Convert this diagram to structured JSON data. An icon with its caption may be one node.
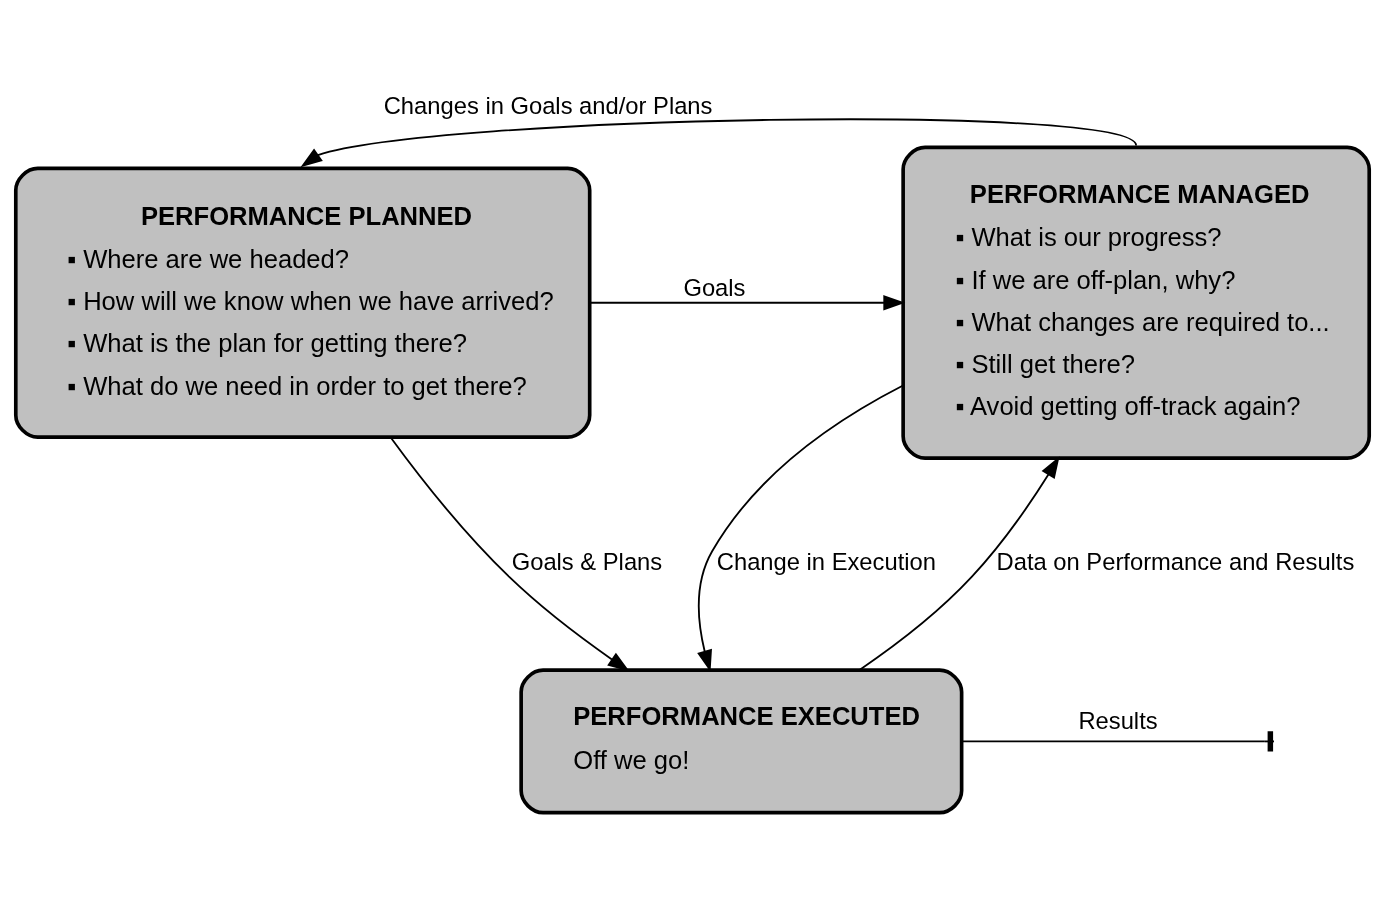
{
  "diagram": {
    "nodes": [
      {
        "text": [
          "PERFORMANCE PLANNED",
          "▪ Where are we headed?",
          "▪ How will we know when we have arrived?",
          "▪ What is the plan for getting there?",
          "▪ What do we need in order to get there?"
        ]
      },
      {
        "text": [
          "PERFORMANCE MANAGED",
          "▪ What is our progress?",
          "▪ If we are off-plan, why?",
          "▪ What changes are required to...",
          "▪ Still get there?",
          "▪ Avoid getting off-track again?"
        ]
      },
      {
        "text": [
          "PERFORMANCE EXECUTED",
          "Off we go!"
        ]
      }
    ],
    "edges": [
      {
        "from": 1,
        "to": 0,
        "arrow": "to",
        "label": "Changes in Goals and/or Plans"
      },
      {
        "from": 0,
        "to": 1,
        "arrow": "to",
        "label": "Goals"
      },
      {
        "from": 0,
        "to": 2,
        "arrow": "to",
        "label": "Goals & Plans"
      },
      {
        "from": 1,
        "to": 2,
        "arrow": "to",
        "label": "Change in Execution"
      },
      {
        "from": 2,
        "to": 1,
        "arrow": "to",
        "label": "Data on Performance and Results"
      },
      {
        "from": 2,
        "to": null,
        "arrow": "other",
        "label": "Results"
      }
    ]
  }
}
